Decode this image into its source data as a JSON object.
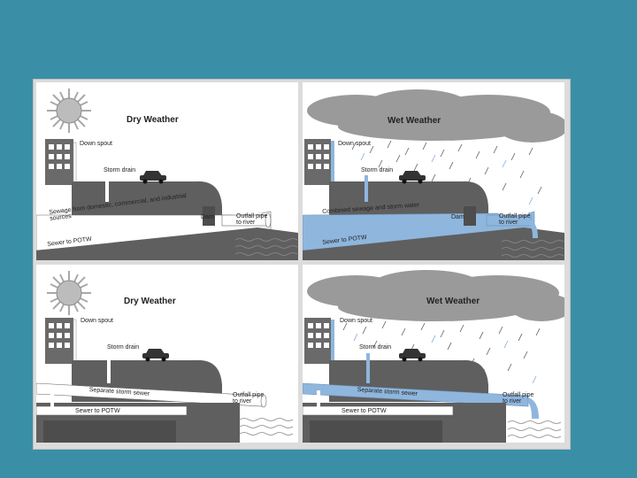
{
  "panels": {
    "combined_dry": {
      "title": "Dry Weather",
      "downspout": "Down spout",
      "storm_drain": "Storm drain",
      "sewage": "Sewage from domestic, commercial, and industrial sources",
      "dam": "Dam",
      "outfall": "Outfall pipe to river",
      "sewer": "Sewer to POTW"
    },
    "combined_wet": {
      "title": "Wet Weather",
      "downspout": "Down spout",
      "storm_drain": "Storm drain",
      "combined": "Combined sewage and storm water",
      "dam": "Dam",
      "outfall": "Outfall pipe to river",
      "sewer": "Sewer to POTW"
    },
    "separate_dry": {
      "title": "Dry Weather",
      "downspout": "Down spout",
      "storm_drain": "Storm drain",
      "storm_sewer": "Separate storm sewer",
      "outfall": "Outfall pipe to river",
      "sewer": "Sewer to POTW"
    },
    "separate_wet": {
      "title": "Wet Weather",
      "downspout": "Down spout",
      "storm_drain": "Storm drain",
      "storm_sewer": "Separate storm sewer",
      "outfall": "Outfall pipe to river",
      "sewer": "Sewer to POTW"
    }
  },
  "colors": {
    "background": "#3a8fa7",
    "ground": "#5f5f5f",
    "pipe": "#ffffff",
    "storm_water": "#8fb6dd",
    "cloud": "#9a9a9a",
    "sun": "#a9a9a9"
  }
}
